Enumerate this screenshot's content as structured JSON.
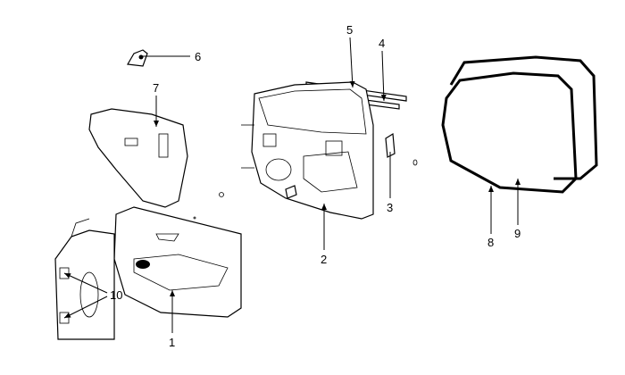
{
  "diagram": {
    "title": "Front door components exploded view",
    "callouts": [
      {
        "id": "1",
        "label": "1"
      },
      {
        "id": "2",
        "label": "2"
      },
      {
        "id": "3",
        "label": "3"
      },
      {
        "id": "4",
        "label": "4"
      },
      {
        "id": "5",
        "label": "5"
      },
      {
        "id": "6",
        "label": "6"
      },
      {
        "id": "7",
        "label": "7"
      },
      {
        "id": "8",
        "label": "8"
      },
      {
        "id": "9",
        "label": "9"
      },
      {
        "id": "10",
        "label": "10"
      }
    ]
  }
}
